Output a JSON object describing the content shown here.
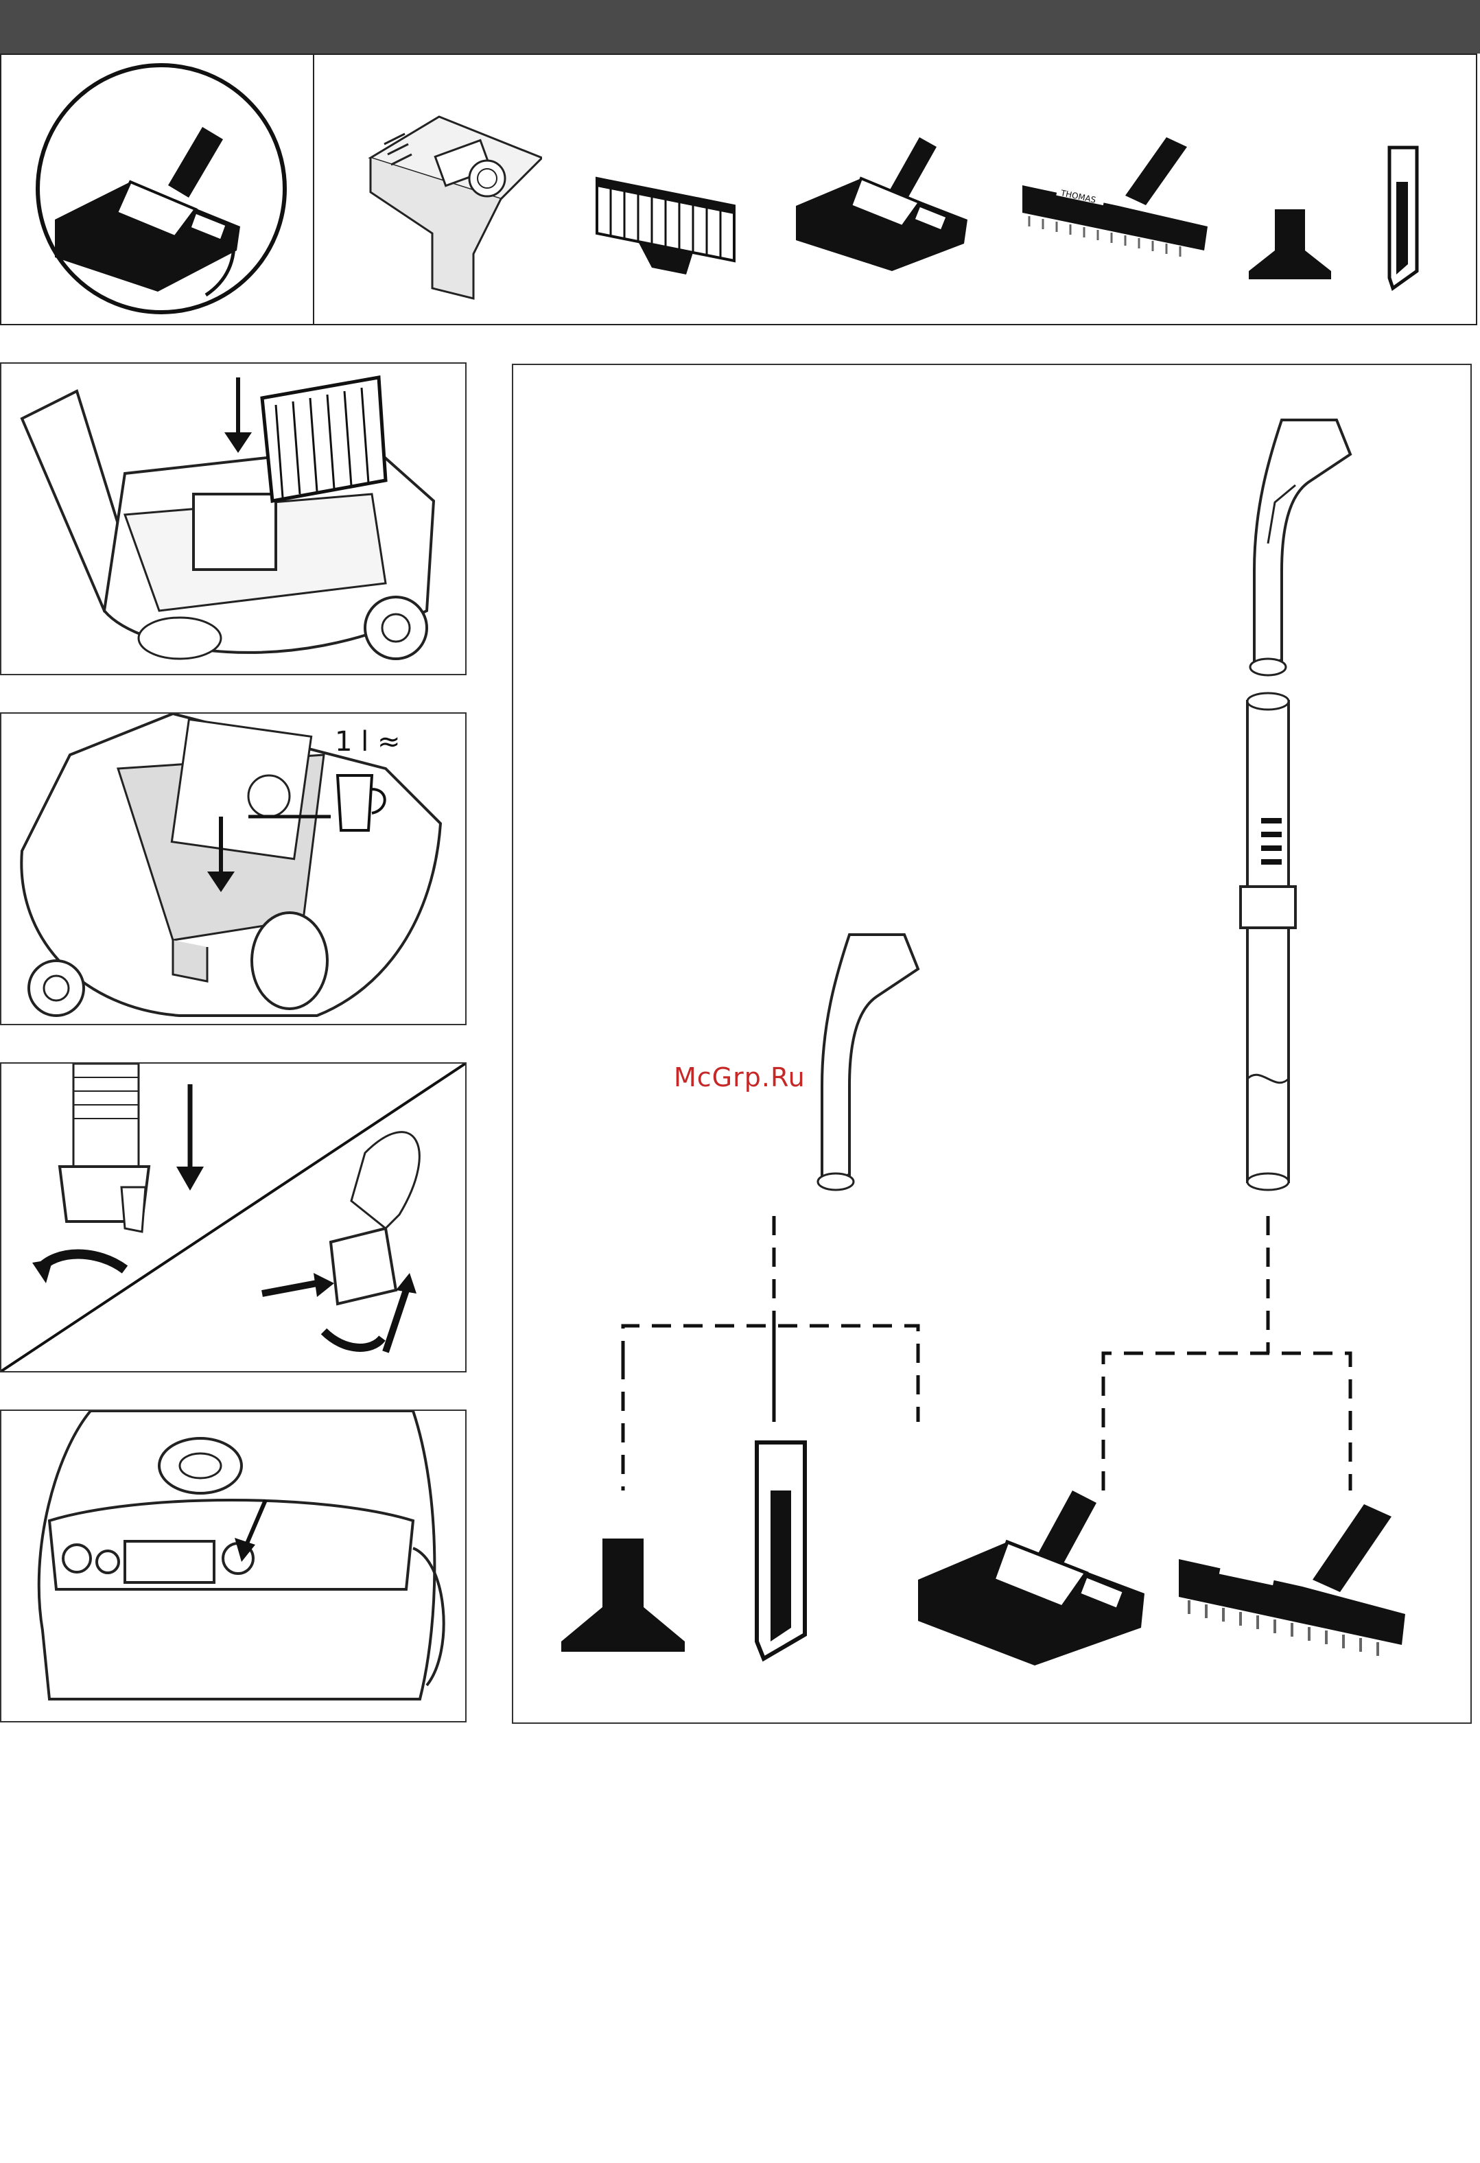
{
  "header_bar": {
    "color": "#4a4a4a"
  },
  "accessories": {
    "featured": "floor-nozzle-icon",
    "items": [
      "aqua-box-icon",
      "hepa-filter-icon",
      "floor-nozzle-icon",
      "parquet-brush-icon",
      "upholstery-nozzle-icon",
      "crevice-nozzle-icon"
    ]
  },
  "steps": {
    "step1": {
      "icon": "insert-filter-icon"
    },
    "step2": {
      "icon": "fill-water-icon",
      "cup_label": "1 l ≈"
    },
    "step3": {
      "icon": "attach-hose-icon"
    },
    "step4": {
      "icon": "power-button-icon"
    }
  },
  "assembly": {
    "brand_text": "THOMAS",
    "left_group": [
      "upholstery-nozzle-icon",
      "crevice-nozzle-icon"
    ],
    "right_group": [
      "floor-nozzle-icon",
      "parquet-brush-icon"
    ]
  },
  "watermark": "McGrp.Ru"
}
